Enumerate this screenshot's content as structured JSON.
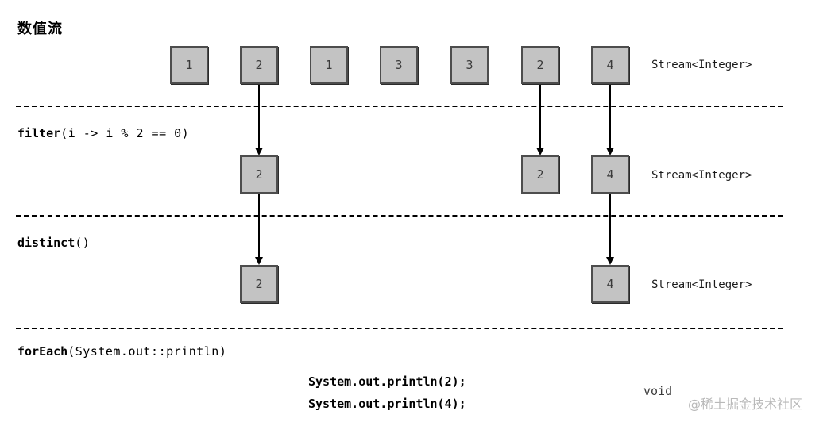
{
  "diagram": {
    "title": "数值流",
    "type": "java-stream-pipeline",
    "rows": [
      {
        "id": "source",
        "type_label": "Stream<Integer>",
        "values": [
          "1",
          "2",
          "1",
          "3",
          "3",
          "2",
          "4"
        ]
      },
      {
        "id": "after-filter",
        "type_label": "Stream<Integer>",
        "values": [
          "2",
          "2",
          "4"
        ]
      },
      {
        "id": "after-distinct",
        "type_label": "Stream<Integer>",
        "values": [
          "2",
          "4"
        ]
      }
    ],
    "operations": [
      {
        "id": "filter",
        "name": "filter",
        "args": "(i -> i % 2 == 0)"
      },
      {
        "id": "distinct",
        "name": "distinct",
        "args": "()"
      },
      {
        "id": "foreach",
        "name": "forEach",
        "args": "(System.out::println)"
      }
    ],
    "output": {
      "lines": [
        "System.out.println(2);",
        "System.out.println(4);"
      ],
      "return_type": "void"
    },
    "watermark": "@稀土掘金技术社区",
    "colors": {
      "box_fill": "#c3c3c3",
      "box_border": "#4d4d4d",
      "line": "#000000",
      "watermark": "#b9b9b9"
    }
  }
}
